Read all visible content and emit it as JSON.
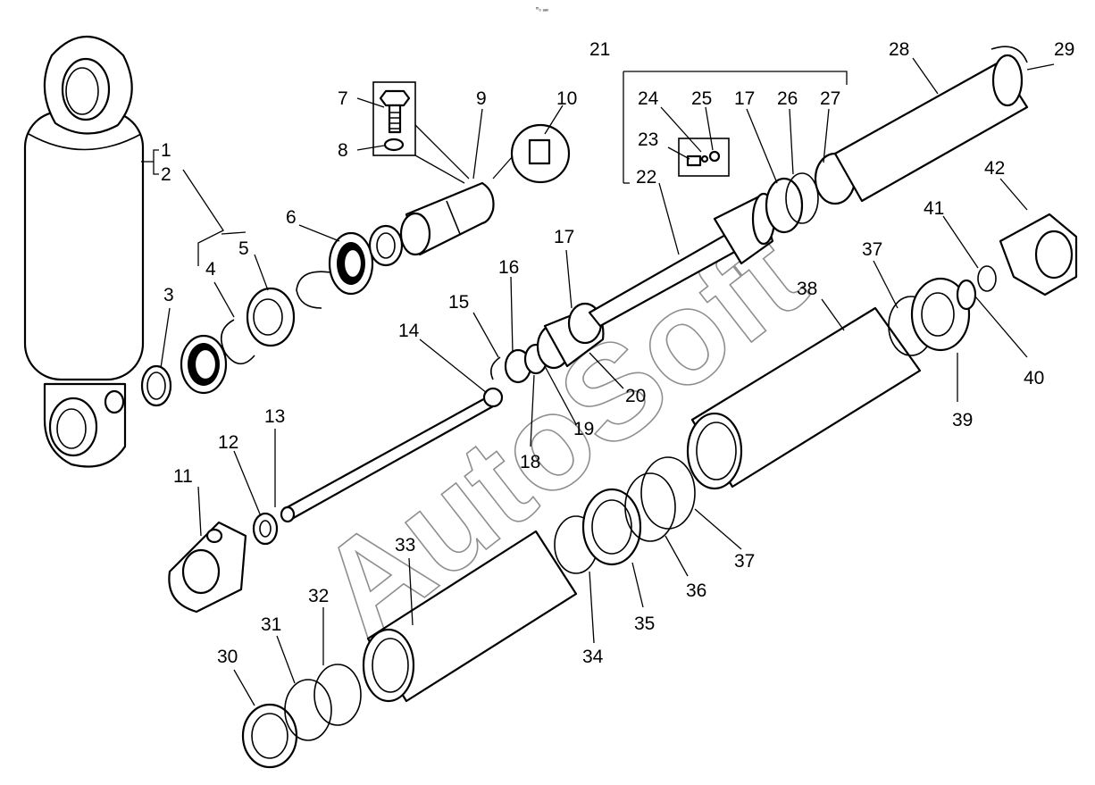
{
  "watermark": "AutoSoft",
  "corner_mark": "ᵐ₀ ₐₐₓ",
  "labels": {
    "n1": "1",
    "n2": "2",
    "n3": "3",
    "n4": "4",
    "n5": "5",
    "n6": "6",
    "n7": "7",
    "n8": "8",
    "n9": "9",
    "n10": "10",
    "n11": "11",
    "n12": "12",
    "n13": "13",
    "n14": "14",
    "n15": "15",
    "n16": "16",
    "n17a": "17",
    "n17b": "17",
    "n18": "18",
    "n19": "19",
    "n20": "20",
    "n21": "21",
    "n22": "22",
    "n23": "23",
    "n24": "24",
    "n25": "25",
    "n26": "26",
    "n27": "27",
    "n28": "28",
    "n29": "29",
    "n30": "30",
    "n31": "31",
    "n32": "32",
    "n33": "33",
    "n34": "34",
    "n35": "35",
    "n36": "36",
    "n37a": "37",
    "n37b": "37",
    "n38": "38",
    "n39": "39",
    "n40": "40",
    "n41": "41",
    "n42": "42"
  }
}
